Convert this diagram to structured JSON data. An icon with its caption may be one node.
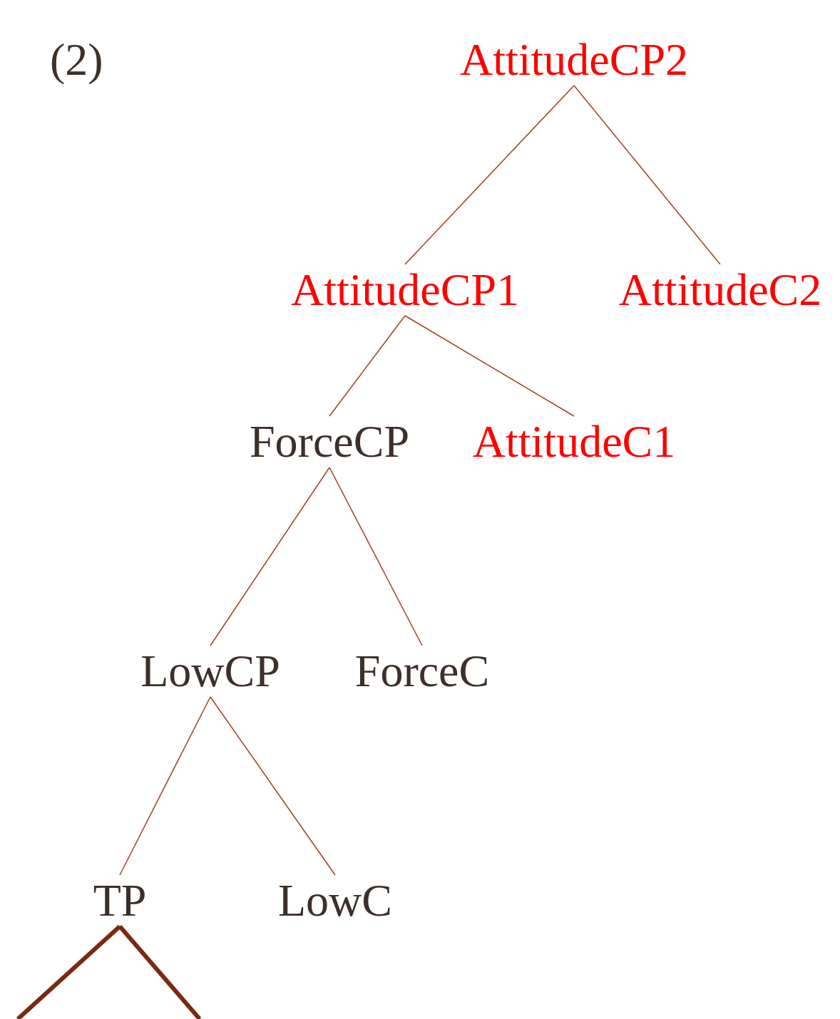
{
  "diagram": {
    "nodes": [
      {
        "text": [
          "AttitudeCP2"
        ]
      },
      {
        "text": [
          "AttitudeCP1"
        ]
      },
      {
        "text": [
          "AttitudeC2"
        ]
      },
      {
        "text": [
          "ForceCP"
        ]
      },
      {
        "text": [
          "AttitudeC1"
        ]
      },
      {
        "text": [
          "LowCP"
        ]
      },
      {
        "text": [
          "ForceC"
        ]
      },
      {
        "text": [
          "TP"
        ]
      },
      {
        "text": [
          "LowC"
        ]
      }
    ],
    "edges": [
      {
        "from": 0,
        "to": 1,
        "arrow": "none"
      },
      {
        "from": 0,
        "to": 2,
        "arrow": "none"
      },
      {
        "from": 1,
        "to": 3,
        "arrow": "none"
      },
      {
        "from": 1,
        "to": 4,
        "arrow": "none"
      },
      {
        "from": 3,
        "to": 5,
        "arrow": "none"
      },
      {
        "from": 3,
        "to": 6,
        "arrow": "none"
      },
      {
        "from": 5,
        "to": 7,
        "arrow": "none"
      },
      {
        "from": 5,
        "to": 8,
        "arrow": "none"
      },
      {
        "from": 7,
        "to": null,
        "arrow": "none",
        "style": "thick",
        "color": "#7a2a12"
      },
      {
        "from": 7,
        "to": null,
        "arrow": "none",
        "style": "thick",
        "color": "#7a2a12"
      }
    ],
    "labels": [
      "(2)"
    ]
  }
}
